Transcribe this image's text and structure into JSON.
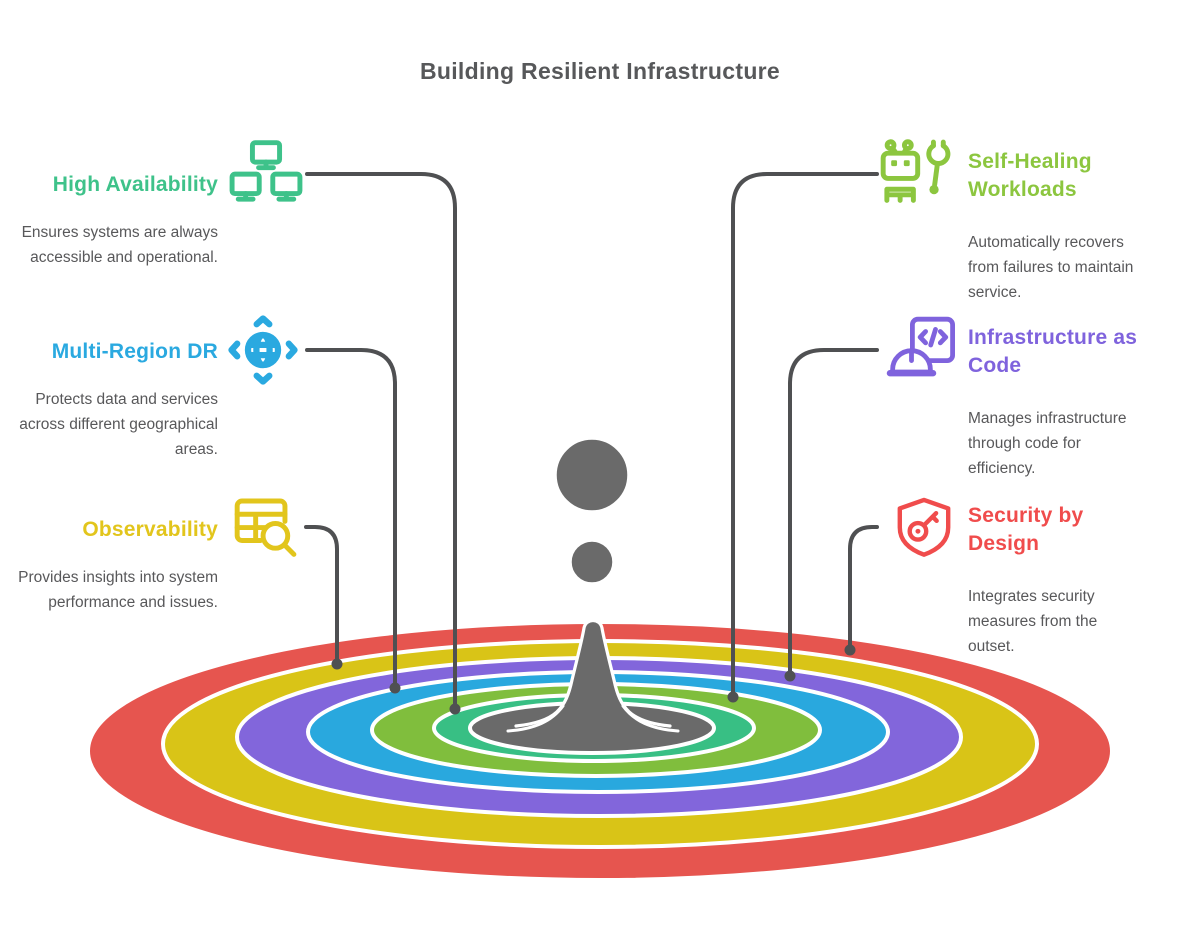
{
  "title": "Building Resilient Infrastructure",
  "title_color": "#57585A",
  "text_color": "#58585A",
  "background_color": "#FFFFFF",
  "connector_color": "#4F5052",
  "droplet": {
    "fill": "#6A6A6A",
    "outline": "#FFFFFF"
  },
  "ripple": {
    "rings": [
      {
        "name": "ring-red",
        "color": "#E6554F"
      },
      {
        "name": "ring-yellow",
        "color": "#D9C417"
      },
      {
        "name": "ring-purple",
        "color": "#8266DB"
      },
      {
        "name": "ring-blue",
        "color": "#29A8DE"
      },
      {
        "name": "ring-lime",
        "color": "#80BE3D"
      },
      {
        "name": "ring-emerald",
        "color": "#38BF84"
      },
      {
        "name": "center-puddle",
        "color": "#6A6A6A"
      }
    ]
  },
  "items": {
    "left": [
      {
        "label": "High Availability",
        "description": "Ensures systems are always accessible and operational.",
        "color": "#3EC28A",
        "icon": "monitors-network-icon"
      },
      {
        "label": "Multi-Region DR",
        "description": "Protects data and services across different geographical areas.",
        "color": "#2AA9E0",
        "icon": "globe-arrows-icon"
      },
      {
        "label": "Observability",
        "description": "Provides insights into system performance and issues.",
        "color": "#E2C51C",
        "icon": "table-search-icon"
      }
    ],
    "right": [
      {
        "label": "Self-Healing Workloads",
        "description": "Automatically recovers from failures to maintain service.",
        "color": "#8CC63F",
        "icon": "robot-wrench-icon"
      },
      {
        "label": "Infrastructure as Code",
        "description": "Manages infrastructure through code for efficiency.",
        "color": "#7F63DD",
        "icon": "document-code-hardhat-icon"
      },
      {
        "label": "Security by Design",
        "description": "Integrates security measures from the outset.",
        "color": "#F04C4C",
        "icon": "shield-key-icon"
      }
    ]
  }
}
